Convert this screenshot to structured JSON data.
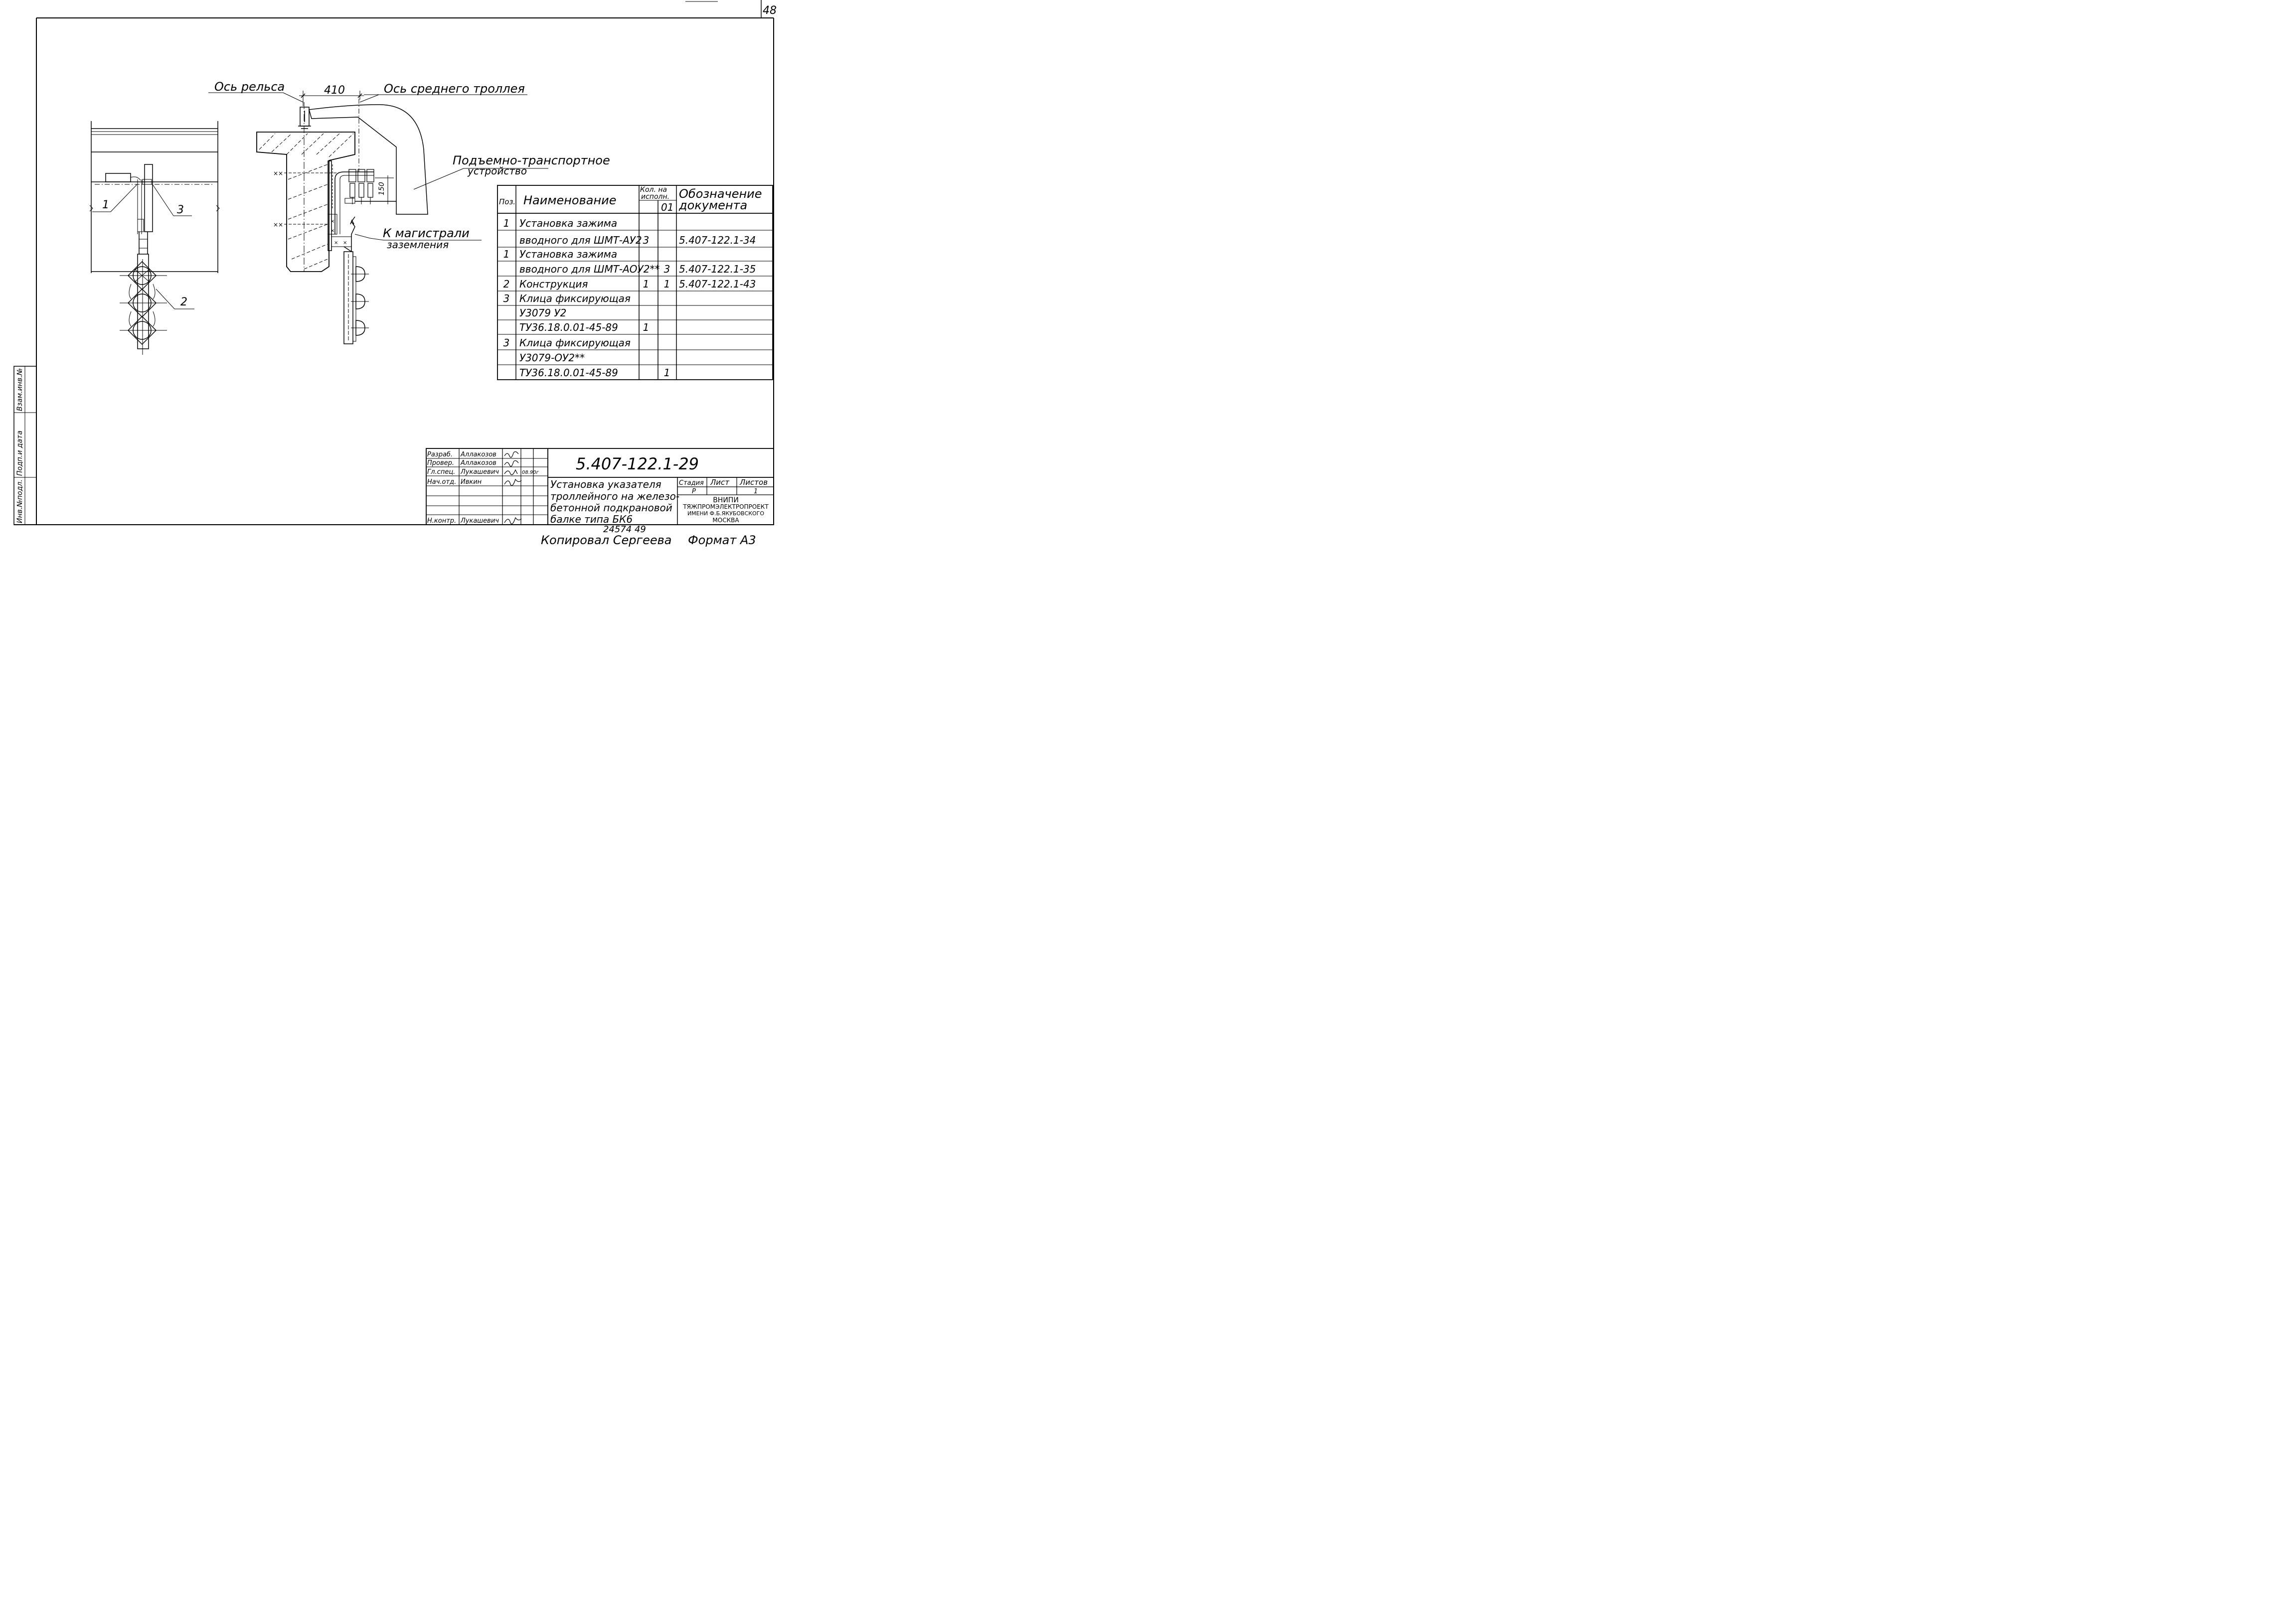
{
  "sheet_number": "48",
  "drawing": {
    "rail_axis_label": "Ось рельса",
    "dimension_410": "410",
    "middle_trolley_axis_label": "Ось среднего троллея",
    "lifting_device_line1": "Подъемно-транспортное",
    "lifting_device_line2": "устройство",
    "grounding_line1": "К магистрали",
    "grounding_line2": "заземления",
    "dimension_150": "150",
    "callouts": [
      "1",
      "2",
      "3"
    ]
  },
  "spec_table": {
    "headers": {
      "pos": "Поз.",
      "name": "Наименование",
      "qty_line1": "Кол. на",
      "qty_line2": "исполн.",
      "qty_variant_blank": "",
      "qty_variant_01": "01",
      "doc_line1": "Обозначение",
      "doc_line2": "документа"
    },
    "rows": [
      {
        "pos": "1",
        "name": "Установка зажима",
        "qty": "",
        "qty01": "",
        "doc": ""
      },
      {
        "pos": "",
        "name": "вводного для ШМТ-АУ2",
        "qty": "3",
        "qty01": "",
        "doc": "5.407-122.1-34"
      },
      {
        "pos": "1",
        "name": "Установка зажима",
        "qty": "",
        "qty01": "",
        "doc": ""
      },
      {
        "pos": "",
        "name": "вводного для ШМТ-АОУ2**",
        "qty": "",
        "qty01": "3",
        "doc": "5.407-122.1-35"
      },
      {
        "pos": "2",
        "name": "Конструкция",
        "qty": "1",
        "qty01": "1",
        "doc": "5.407-122.1-43"
      },
      {
        "pos": "3",
        "name": "Клица фиксирующая",
        "qty": "",
        "qty01": "",
        "doc": ""
      },
      {
        "pos": "",
        "name": "У3079 У2",
        "qty": "",
        "qty01": "",
        "doc": ""
      },
      {
        "pos": "",
        "name": "ТУ36.18.0.01-45-89",
        "qty": "1",
        "qty01": "",
        "doc": ""
      },
      {
        "pos": "3",
        "name": "Клица фиксирующая",
        "qty": "",
        "qty01": "",
        "doc": ""
      },
      {
        "pos": "",
        "name": "У3079-ОУ2**",
        "qty": "",
        "qty01": "",
        "doc": ""
      },
      {
        "pos": "",
        "name": "ТУ36.18.0.01-45-89",
        "qty": "",
        "qty01": "1",
        "doc": ""
      }
    ]
  },
  "title_block": {
    "roles": [
      {
        "role": "Разраб.",
        "name": "Аллакозов",
        "date": ""
      },
      {
        "role": "Провер.",
        "name": "Аллакозов",
        "date": ""
      },
      {
        "role": "Гл.спец.",
        "name": "Лукашевич",
        "date": "08.90г"
      },
      {
        "role": "Нач.отд.",
        "name": "Ивкин",
        "date": ""
      },
      {
        "role": "",
        "name": "",
        "date": ""
      },
      {
        "role": "",
        "name": "",
        "date": ""
      },
      {
        "role": "",
        "name": "",
        "date": ""
      },
      {
        "role": "Н.контр.",
        "name": "Лукашевич",
        "date": ""
      }
    ],
    "doc_code": "5.407-122.1-29",
    "title_lines": [
      "Установка указателя",
      "троллейного на железо-",
      "бетонной подкрановой",
      "балке типа БК6"
    ],
    "stage_label": "Стадия",
    "sheet_label": "Лист",
    "sheets_label": "Листов",
    "stage_value": "Р",
    "sheet_value": "",
    "sheets_value": "1",
    "org_lines": [
      "ВНИПИ",
      "ТЯЖПРОМЭЛЕКТРОПРОЕКТ",
      "ИМЕНИ Ф.Б.ЯКУБОВСКОГО",
      "МОСКВА"
    ]
  },
  "side_stamp": [
    "Инв.№подл.",
    "Подп.и дата",
    "Взам.инв.№"
  ],
  "bottom": {
    "archive_number": "24574 49",
    "copied_by": "Копировал Сергеева",
    "format": "Формат А3"
  }
}
